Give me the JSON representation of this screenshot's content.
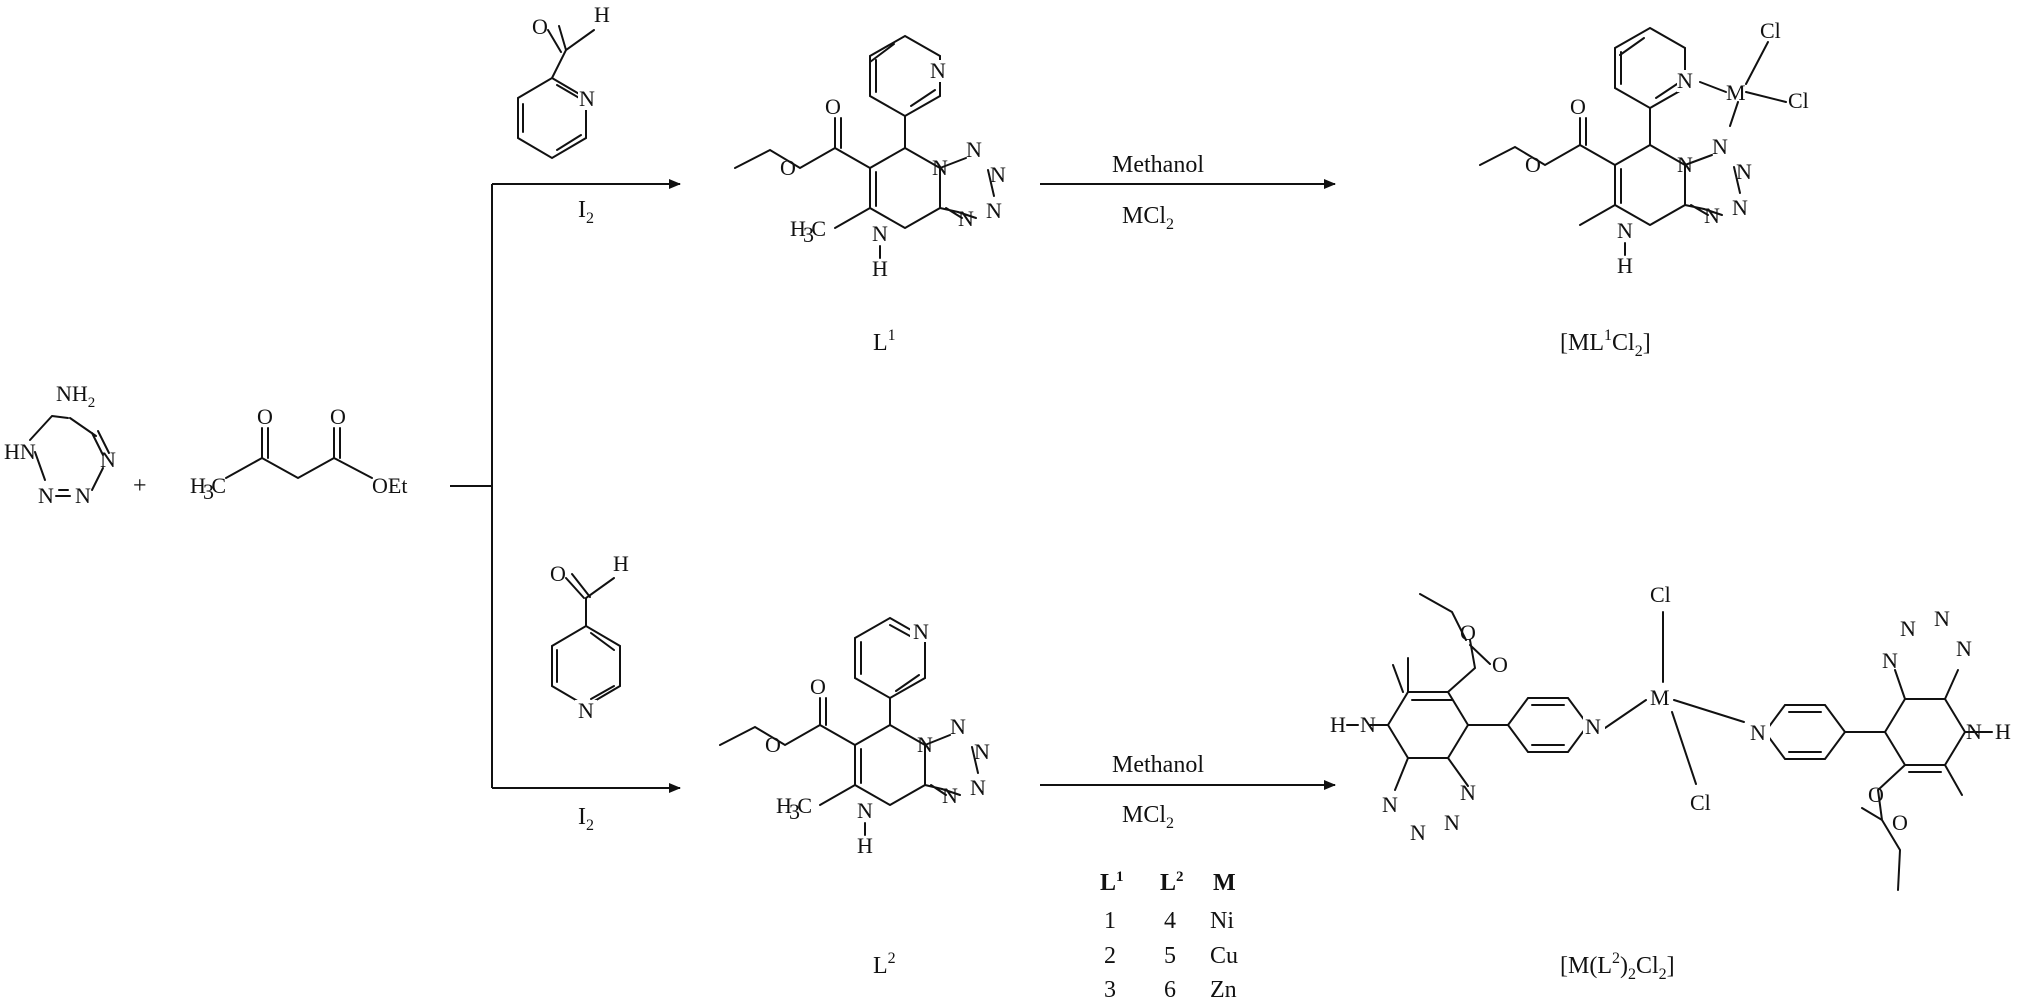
{
  "reactants": {
    "aminotetrazole": {
      "nh2": "NH",
      "nh2_sub": "2",
      "hn": "HN",
      "n": "N"
    },
    "plus": "+",
    "acetoacetate": {
      "h3c": "H C",
      "h3c_sub": "3",
      "o": "O",
      "oet": "OEt"
    }
  },
  "aldehyde": {
    "o": "O",
    "h": "H",
    "n": "N"
  },
  "reagents": {
    "iodine": "I",
    "iodine_sub": "2",
    "solvent": "Methanol",
    "metal_salt": "MCl",
    "metal_salt_sub": "2"
  },
  "ligand": {
    "o": "O",
    "n": "N",
    "h": "H",
    "h3c": "H C",
    "h3c_sub": "3"
  },
  "labels": {
    "l1": "L",
    "l1_sup": "1",
    "l2": "L",
    "l2_sup": "2",
    "complex1": {
      "pre": "[ML",
      "sup": "1",
      "mid": "Cl",
      "sub": "2",
      "post": "]"
    },
    "complex2": {
      "pre": "[M(L",
      "sup": "2",
      "mid": ")",
      "sub1": "2",
      "mid2": "Cl",
      "sub2": "2",
      "post": "]"
    }
  },
  "complex": {
    "m": "M",
    "cl": "Cl",
    "n": "N",
    "h": "H",
    "o": "O"
  },
  "table": {
    "headers": [
      {
        "base": "L",
        "sup": "1"
      },
      {
        "base": "L",
        "sup": "2"
      },
      {
        "base": "M",
        "sup": ""
      }
    ],
    "rows": [
      [
        "1",
        "4",
        "Ni"
      ],
      [
        "2",
        "5",
        "Cu"
      ],
      [
        "3",
        "6",
        "Zn"
      ]
    ]
  }
}
